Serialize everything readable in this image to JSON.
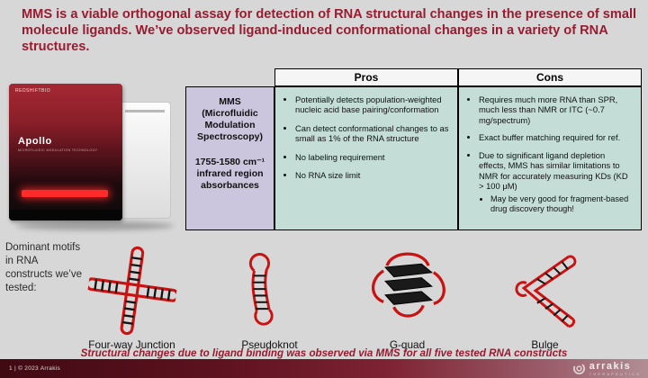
{
  "slide": {
    "title": "MMS is a viable orthogonal assay for detection of RNA structural changes in the presence of small molecule ligands. We’ve observed ligand-induced conformational changes in a variety of RNA structures.",
    "conclusion": "Structural changes due to ligand binding was observed via MMS for all five tested RNA constructs"
  },
  "instrument": {
    "brand": "REDSHIFTBIO",
    "model": "Apollo"
  },
  "table": {
    "method": {
      "name": "MMS",
      "subtitle": "(Microfluidic Modulation Spectroscopy)",
      "detail": "1755-1580 cm⁻¹ infrared region absorbances"
    },
    "pros": {
      "header": "Pros",
      "items": [
        "Potentially detects population-weighted nucleic acid base pairing/conformation",
        "Can detect conformational changes to as small as 1% of the RNA structure",
        "No labeling requirement",
        "No RNA size limit"
      ]
    },
    "cons": {
      "header": "Cons",
      "items": [
        "Requires much more RNA than SPR, much less than NMR or ITC (~0.7 mg/spectrum)",
        "Exact buffer matching required for ref.",
        "Due to significant ligand depletion effects, MMS has similar limitations to NMR for accurately measuring KDs (KD > 100 μM)"
      ],
      "sub_item": "May be very good for fragment-based drug discovery though!"
    }
  },
  "motifs": {
    "intro": "Dominant motifs in RNA constructs we’ve tested:",
    "labels": [
      "Four-way Junction",
      "Pseudoknot",
      "G-quad",
      "Bulge"
    ]
  },
  "footer": {
    "page_info": "1  |  © 2023 Arrakis",
    "logo_text": "arrakis",
    "logo_subtext": "THERAPEUTICS"
  },
  "colors": {
    "title_maroon": "#981B30",
    "table_label_bg": "#CBC5DE",
    "table_cell_bg": "#C4DED7",
    "slide_bg": "#D7D7D7",
    "motif_red": "#CC1111"
  }
}
